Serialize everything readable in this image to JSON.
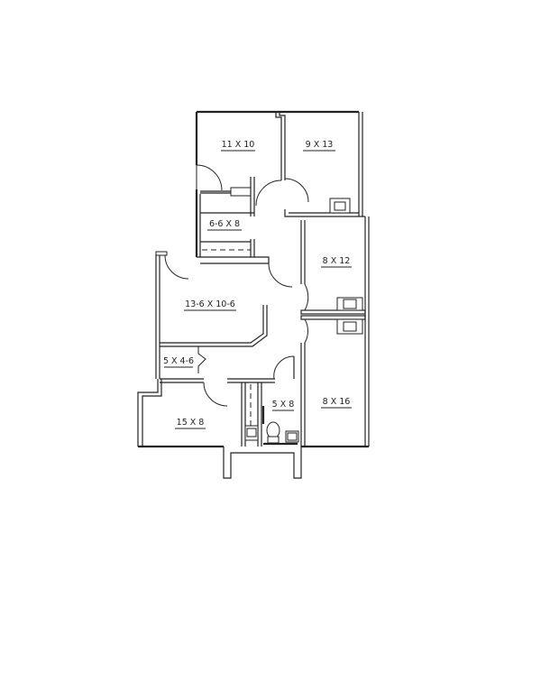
{
  "floor_plan": {
    "rooms": [
      {
        "id": "room-1",
        "label": "11 X 10"
      },
      {
        "id": "room-2",
        "label": "9 X 13"
      },
      {
        "id": "room-3",
        "label": "6-6 X 8"
      },
      {
        "id": "room-4",
        "label": "8 X 12"
      },
      {
        "id": "room-5",
        "label": "13-6 X 10-6"
      },
      {
        "id": "room-6",
        "label": "5 X 4-6"
      },
      {
        "id": "room-7",
        "label": "5 X 8"
      },
      {
        "id": "room-8",
        "label": "8 X 16"
      },
      {
        "id": "room-9",
        "label": "15 X 8"
      }
    ],
    "fixtures": [
      "sink-icon",
      "sink-icon",
      "sink-icon",
      "sink-icon",
      "sink-icon",
      "toilet-icon"
    ]
  }
}
